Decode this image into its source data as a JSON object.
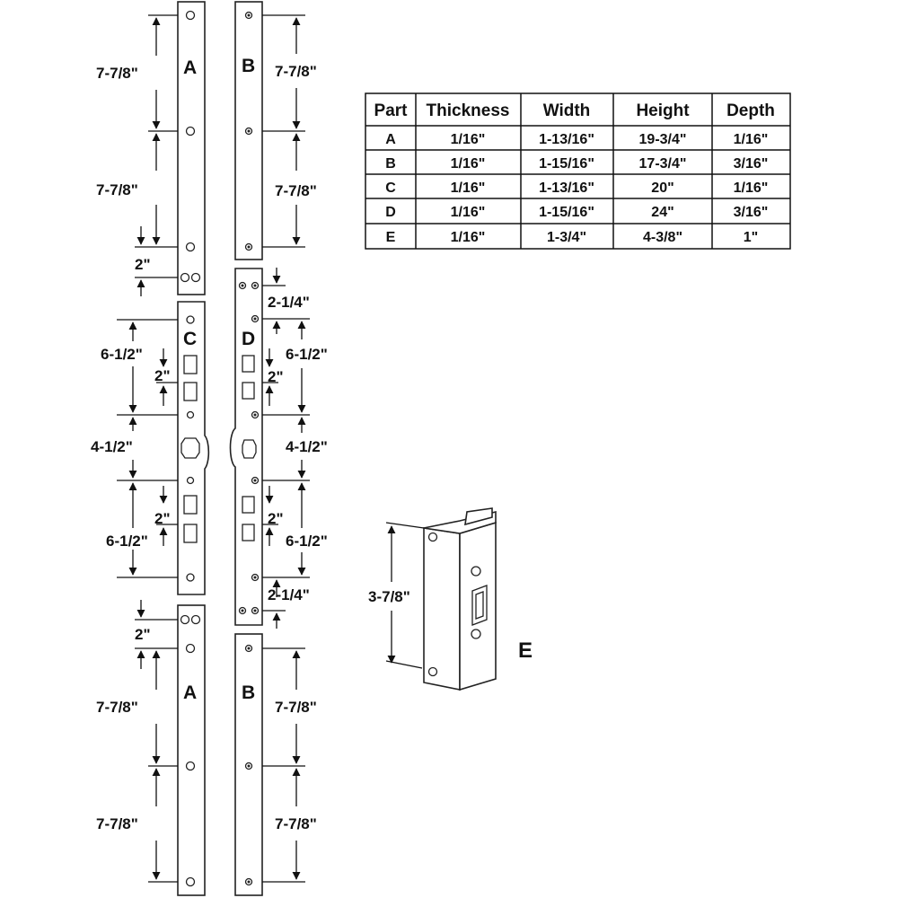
{
  "labels": {
    "part_a": "A",
    "part_b": "B",
    "part_c": "C",
    "part_d": "D",
    "part_e": "E"
  },
  "dims": {
    "d_7_7_8": "7-7/8\"",
    "d_2": "2\"",
    "d_2_1_4": "2-1/4\"",
    "d_6_1_2": "6-1/2\"",
    "d_4_1_2": "4-1/2\"",
    "d_3_7_8": "3-7/8\""
  },
  "table": {
    "headers": [
      "Part",
      "Thickness",
      "Width",
      "Height",
      "Depth"
    ],
    "rows": [
      [
        "A",
        "1/16\"",
        "1-13/16\"",
        "19-3/4\"",
        "1/16\""
      ],
      [
        "B",
        "1/16\"",
        "1-15/16\"",
        "17-3/4\"",
        "3/16\""
      ],
      [
        "C",
        "1/16\"",
        "1-13/16\"",
        "20\"",
        "1/16\""
      ],
      [
        "D",
        "1/16\"",
        "1-15/16\"",
        "24\"",
        "3/16\""
      ],
      [
        "E",
        "1/16\"",
        "1-3/4\"",
        "4-3/8\"",
        "1\""
      ]
    ]
  },
  "colors": {
    "ink": "#111111",
    "paper": "#ffffff"
  }
}
